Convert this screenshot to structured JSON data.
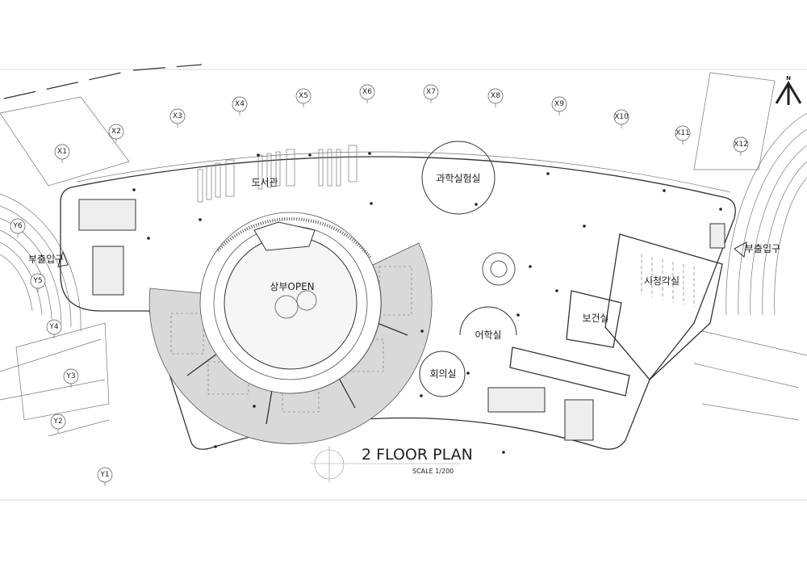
{
  "grid_x": [
    "X1",
    "X2",
    "X3",
    "X4",
    "X5",
    "X6",
    "X7",
    "X8",
    "X9",
    "X10",
    "X11",
    "X12"
  ],
  "grid_y": [
    "Y1",
    "Y2",
    "Y3",
    "Y4",
    "Y5",
    "Y6"
  ],
  "rooms": {
    "library": "도서관",
    "science_lab": "과학실험실",
    "atrium": "상부OPEN",
    "av_room": "시청각실",
    "health_room": "보건실",
    "language_room": "어학실",
    "meeting_room": "회의실",
    "side_entrance_left": "부출입구",
    "side_entrance_right": "부출입구"
  },
  "title": "2 FLOOR PLAN",
  "scale": "SCALE 1/200",
  "north_label": "N",
  "colors": {
    "seminar_fill": "#d9d9d9",
    "line": "#333333"
  }
}
